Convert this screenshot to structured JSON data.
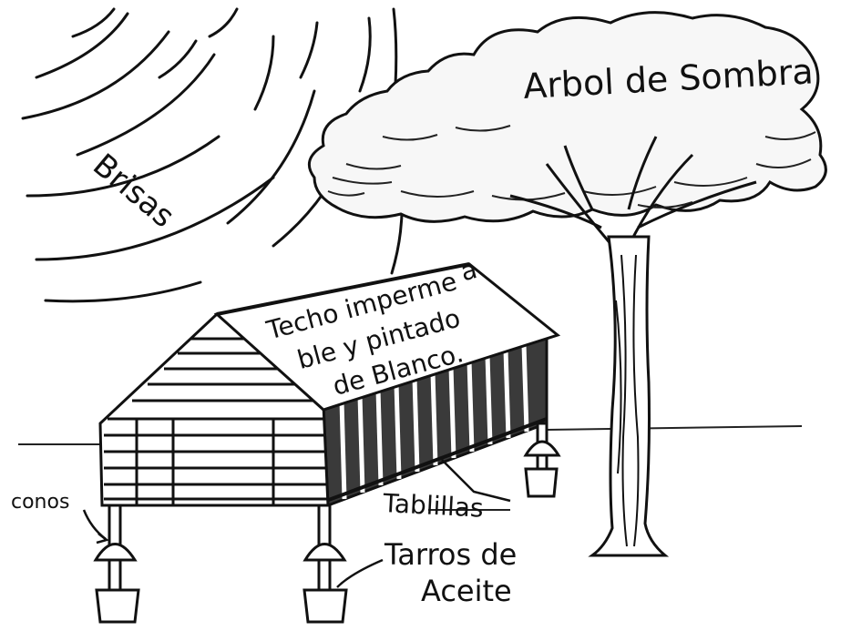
{
  "labels": {
    "tree": "Arbol de Sombra",
    "breeze": "Brisas",
    "roof_line1": "Techo imperme",
    "roof_line1_end": "a",
    "roof_line2": "ble y pintado",
    "roof_line3": "de Blanco.",
    "slats": "Tablillas",
    "cones": "conos",
    "cans_line1": "Tarros de",
    "cans_line2": "Aceite"
  }
}
